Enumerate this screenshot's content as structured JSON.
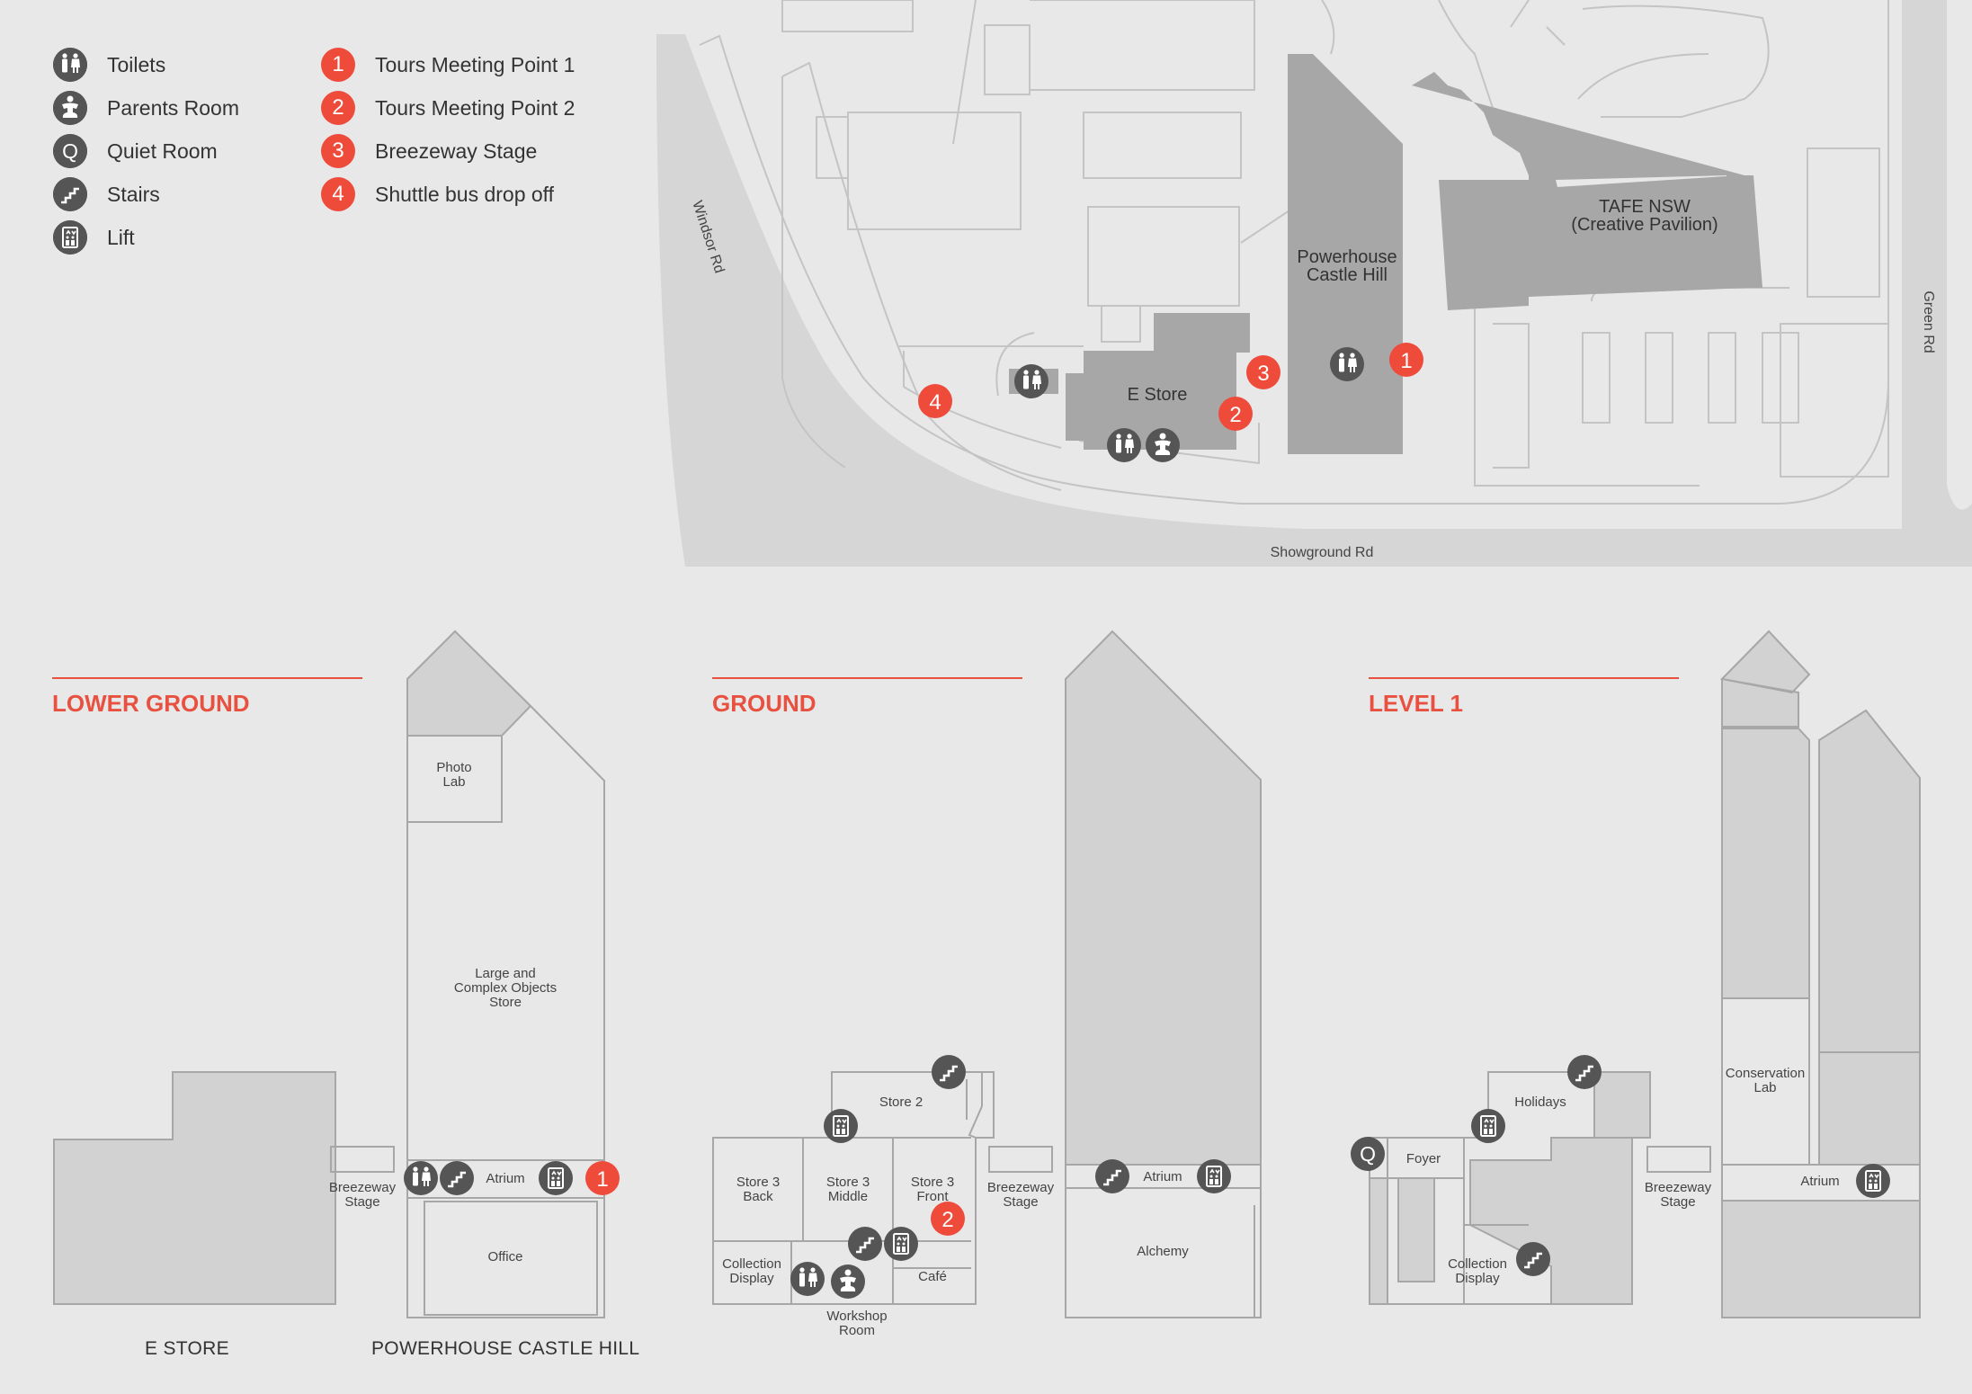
{
  "legend_facilities": [
    {
      "icon": "toilets-icon",
      "label": "Toilets"
    },
    {
      "icon": "parents-room-icon",
      "label": "Parents Room"
    },
    {
      "icon": "quiet-room-icon",
      "label": "Quiet Room"
    },
    {
      "icon": "stairs-icon",
      "label": "Stairs"
    },
    {
      "icon": "lift-icon",
      "label": "Lift"
    }
  ],
  "legend_points": [
    {
      "number": "1",
      "label": "Tours Meeting Point 1"
    },
    {
      "number": "2",
      "label": "Tours Meeting Point 2"
    },
    {
      "number": "3",
      "label": "Breezeway Stage"
    },
    {
      "number": "4",
      "label": "Shuttle bus drop off"
    }
  ],
  "site_map": {
    "roads": {
      "windsor": "Windsor Rd",
      "green": "Green Rd",
      "showground": "Showground Rd"
    },
    "buildings": {
      "estore": "E Store",
      "powerhouse_1": "Powerhouse",
      "powerhouse_2": "Castle Hill",
      "tafe_1": "TAFE NSW",
      "tafe_2": "(Creative Pavilion)"
    }
  },
  "floors": {
    "lower_ground": {
      "title": "LOWER GROUND",
      "estore_label": "E STORE",
      "powerhouse_label": "POWERHOUSE CASTLE HILL",
      "rooms": {
        "photo_lab_1": "Photo",
        "photo_lab_2": "Lab",
        "large_1": "Large and",
        "large_2": "Complex Objects",
        "large_3": "Store",
        "atrium": "Atrium",
        "office": "Office",
        "breezeway_1": "Breezeway",
        "breezeway_2": "Stage"
      }
    },
    "ground": {
      "title": "GROUND",
      "rooms": {
        "store2": "Store 2",
        "s3back_1": "Store 3",
        "s3back_2": "Back",
        "s3mid_1": "Store 3",
        "s3mid_2": "Middle",
        "s3front_1": "Store 3",
        "s3front_2": "Front",
        "coll_1": "Collection",
        "coll_2": "Display",
        "cafe": "Café",
        "workshop_1": "Workshop",
        "workshop_2": "Room",
        "breezeway_1": "Breezeway",
        "breezeway_2": "Stage",
        "atrium": "Atrium",
        "alchemy": "Alchemy"
      }
    },
    "level1": {
      "title": "LEVEL 1",
      "rooms": {
        "holidays": "Holidays",
        "foyer": "Foyer",
        "coll_1": "Collection",
        "coll_2": "Display",
        "breezeway_1": "Breezeway",
        "breezeway_2": "Stage",
        "cons_1": "Conservation",
        "cons_2": "Lab",
        "atrium": "Atrium"
      }
    }
  },
  "colors": {
    "accent": "#ee4b3b",
    "icon_bg": "#555555",
    "building_dark": "#a7a7a8",
    "building_light": "#d2d2d3",
    "road": "#d6d6d7",
    "background": "#e8e8e9"
  }
}
